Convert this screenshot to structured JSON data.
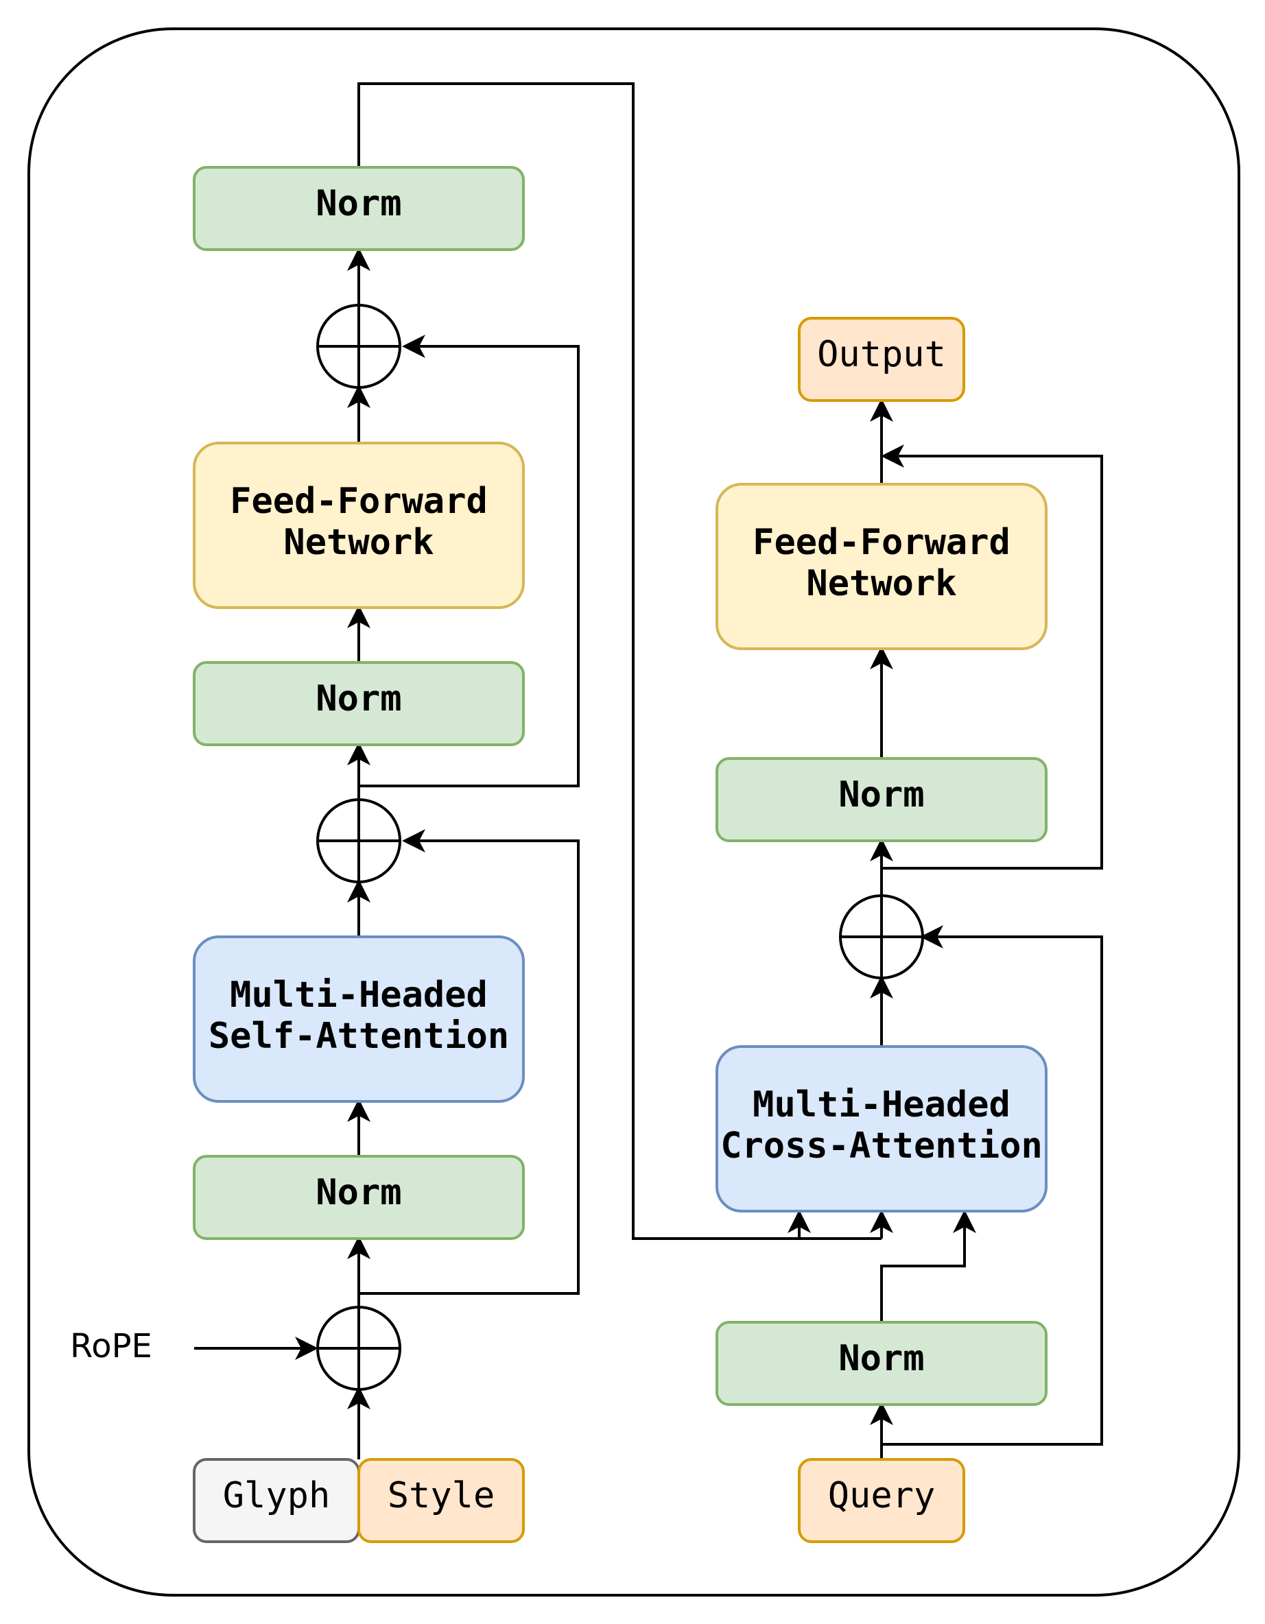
{
  "colors": {
    "norm_fill": "#d5e8d4",
    "norm_stroke": "#82b366",
    "ffn_fill": "#fff2cc",
    "ffn_stroke": "#d6b656",
    "attn_fill": "#dae8fc",
    "attn_stroke": "#6c8ebf",
    "io_fill": "#ffe6cc",
    "io_stroke": "#d79b00",
    "glyph_fill": "#f5f5f5",
    "glyph_stroke": "#666666"
  },
  "encoder": {
    "norm_top": "Norm",
    "ffn": [
      "Feed-Forward",
      "Network"
    ],
    "norm_mid": "Norm",
    "attention": [
      "Multi-Headed",
      "Self-Attention"
    ],
    "norm_bottom": "Norm",
    "rope": "RoPE",
    "glyph": "Glyph",
    "style": "Style"
  },
  "decoder": {
    "output": "Output",
    "ffn": [
      "Feed-Forward",
      "Network"
    ],
    "norm_mid": "Norm",
    "attention": [
      "Multi-Headed",
      "Cross-Attention"
    ],
    "norm_bottom": "Norm",
    "query": "Query"
  }
}
